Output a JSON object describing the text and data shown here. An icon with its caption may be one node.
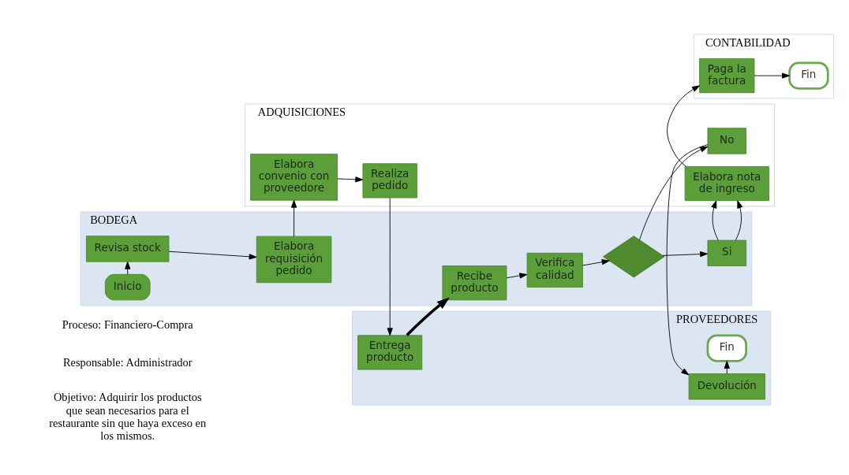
{
  "diagram": {
    "nodes": [
      {
        "text": [
          "BODEGA"
        ]
      },
      {
        "text": [
          "Inicio"
        ],
        "in": 0
      },
      {
        "text": [
          "Revisa stock"
        ],
        "in": 0
      },
      {
        "text": [
          "Elabora requisición pedido"
        ],
        "in": 0
      },
      {
        "text": [
          "Recibe producto"
        ],
        "in": 0
      },
      {
        "text": [
          "Verifica calidad"
        ],
        "in": 0
      },
      {
        "text": [],
        "shape": "diamond",
        "in": 0
      },
      {
        "text": [
          "Si"
        ],
        "in": 0
      },
      {
        "text": [
          "ADQUISICIONES"
        ]
      },
      {
        "text": [
          "Elabora convenio con proveedore"
        ],
        "in": 8
      },
      {
        "text": [
          "Realiza pedido"
        ],
        "in": 8
      },
      {
        "text": [
          "No"
        ],
        "in": 8
      },
      {
        "text": [
          "Elabora nota de ingreso"
        ],
        "in": 8
      },
      {
        "text": [
          "PROVEEDORES"
        ]
      },
      {
        "text": [
          "Entrega producto"
        ],
        "in": 13
      },
      {
        "text": [
          "Devolución"
        ],
        "in": 13
      },
      {
        "text": [
          "Fin"
        ],
        "in": 13
      },
      {
        "text": [
          "CONTABILIDAD"
        ]
      },
      {
        "text": [
          "Paga la factura"
        ],
        "in": 17
      },
      {
        "text": [
          "Fin"
        ],
        "in": 17
      }
    ],
    "edges": [
      {
        "from": 1,
        "to": 2,
        "arrow": "to"
      },
      {
        "from": 2,
        "to": 3,
        "arrow": "to"
      },
      {
        "from": 3,
        "to": 9,
        "arrow": "to"
      },
      {
        "from": 9,
        "to": 10,
        "arrow": "to"
      },
      {
        "from": 10,
        "to": 14,
        "arrow": "to"
      },
      {
        "from": 14,
        "to": 4,
        "arrow": "to",
        "style": "thick"
      },
      {
        "from": 4,
        "to": 5,
        "arrow": "to"
      },
      {
        "from": 5,
        "to": 6,
        "arrow": "to"
      },
      {
        "from": 6,
        "to": 7,
        "arrow": "to"
      },
      {
        "from": 6,
        "to": 11,
        "arrow": "to"
      },
      {
        "from": 7,
        "to": 12,
        "arrow": "to"
      },
      {
        "from": 11,
        "to": 15,
        "arrow": "to"
      },
      {
        "from": 15,
        "to": 16,
        "arrow": "to"
      },
      {
        "from": 12,
        "to": 18,
        "arrow": "to"
      },
      {
        "from": 18,
        "to": 19,
        "arrow": "to"
      }
    ],
    "labels": [
      "Proceso: Financiero-Compra",
      "Responsable: Administrador",
      "Objetivo: Adquirir los productos que sean necesarios para el restaurante sin que haya exceso en los mismos."
    ]
  }
}
